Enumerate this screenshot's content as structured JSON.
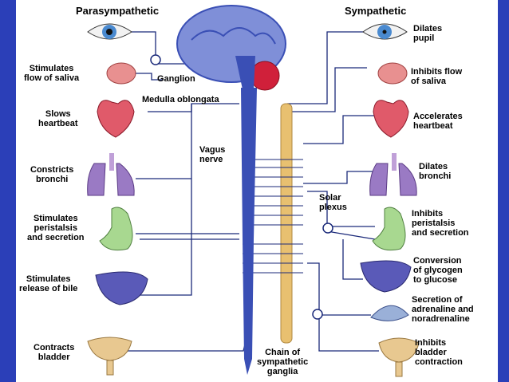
{
  "headers": {
    "left": "Parasympathetic",
    "right": "Sympathetic"
  },
  "center": {
    "ganglion": "Ganglion",
    "medulla": "Medulla oblongata",
    "vagus": "Vagus\nnerve",
    "solar": "Solar\nplexus",
    "chain": "Chain of\nsympathetic\nganglia"
  },
  "left_labels": {
    "saliva": "Stimulates\nflow of saliva",
    "heart": "Slows\nheartbeat",
    "bronchi": "Constricts\nbronchi",
    "stomach": "Stimulates\nperistalsis\nand secretion",
    "bile": "Stimulates\nrelease of bile",
    "bladder": "Contracts\nbladder"
  },
  "right_labels": {
    "pupil": "Dilates\npupil",
    "saliva": "Inhibits flow\nof saliva",
    "heart": "Accelerates\nheartbeat",
    "bronchi": "Dilates\nbronchi",
    "stomach": "Inhibits\nperistalsis\nand secretion",
    "glycogen": "Conversion\nof glycogen\nto glucose",
    "adrenaline": "Secretion of\nadrenaline and\nnoradrenaline",
    "bladder": "Inhibits\nbladder\ncontraction"
  },
  "colors": {
    "frame": "#2b3fb8",
    "nerve": "#3a4fb5",
    "chain": "#e8c070",
    "organ_pink": "#e05a6a",
    "lung": "#9a7ac4",
    "liver": "#5a5ab8",
    "stomach": "#a8d890",
    "bladder": "#e8c890"
  }
}
